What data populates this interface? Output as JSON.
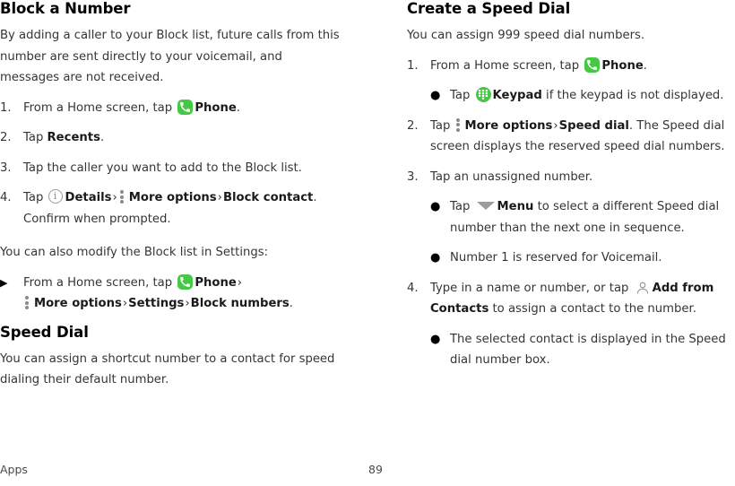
{
  "document": {
    "footer": {
      "left_label": "Apps",
      "page_number": "89"
    }
  },
  "icons": {
    "phone": "phone-app-icon",
    "keypad": "keypad-icon",
    "details": "details-info-icon",
    "more_options": "more-options-icon",
    "menu": "menu-dropdown-icon",
    "contacts": "add-from-contacts-icon",
    "arrow_bullet": "▶",
    "round_bullet": "●",
    "chevron": "›"
  },
  "colors": {
    "accent_green": "#45c845",
    "body_text": "#353535",
    "heading": "#000000",
    "icon_gray": "#9a9a9a"
  },
  "left_column": {
    "heading": "Block a Number",
    "intro": "By adding a caller to your Block list, future calls from this number are sent directly to your voicemail, and messages are not received.",
    "steps": [
      {
        "number": "1.",
        "pre": "From a Home screen, tap",
        "icon": "phone",
        "bold": "Phone",
        "post": "."
      },
      {
        "number": "2.",
        "pre": "Tap",
        "bold": "Recents",
        "post": "."
      },
      {
        "number": "3.",
        "pre": "Tap the caller you want to add to the Block list."
      },
      {
        "number": "4.",
        "pre": "Tap",
        "bold1": "Details",
        "bold2": "More options",
        "bold3": "Block contact",
        "post": ".",
        "tail": "Confirm when prompted."
      }
    ],
    "settings_note": "You can also modify the Block list in Settings:",
    "settings_step": {
      "pre": "From a Home screen, tap",
      "bold1": "Phone",
      "bold2": "More options",
      "bold3": "Settings",
      "bold4": "Block numbers",
      "post": "."
    },
    "speed_dial": {
      "heading": "Speed Dial",
      "body": "You can assign a shortcut number to a contact for speed dialing their default number."
    }
  },
  "right_column": {
    "heading": "Create a Speed Dial",
    "intro": "You can assign 999 speed dial numbers.",
    "steps": [
      {
        "number": "1.",
        "pre": "From a Home screen, tap",
        "bold": "Phone",
        "post": ".",
        "sub": [
          {
            "pre": "Tap",
            "bold": "Keypad",
            "post": "if the keypad is not displayed."
          }
        ]
      },
      {
        "number": "2.",
        "pre": "Tap",
        "bold1": "More options",
        "bold2": "Speed dial",
        "post": ". The Speed dial screen displays the reserved speed dial numbers."
      },
      {
        "number": "3.",
        "pre": "Tap an unassigned number.",
        "sub": [
          {
            "pre": "Tap",
            "bold": "Menu",
            "post": "to select a different Speed dial number than the next one in sequence."
          },
          {
            "plain": "Number 1 is reserved for Voicemail."
          }
        ]
      },
      {
        "number": "4.",
        "pre": "Type in a name or number, or tap",
        "bold1": "Add from Contacts",
        "post": "to assign a contact to the number.",
        "sub": [
          {
            "plain": "The selected contact is displayed in the Speed dial number box."
          }
        ]
      }
    ]
  }
}
